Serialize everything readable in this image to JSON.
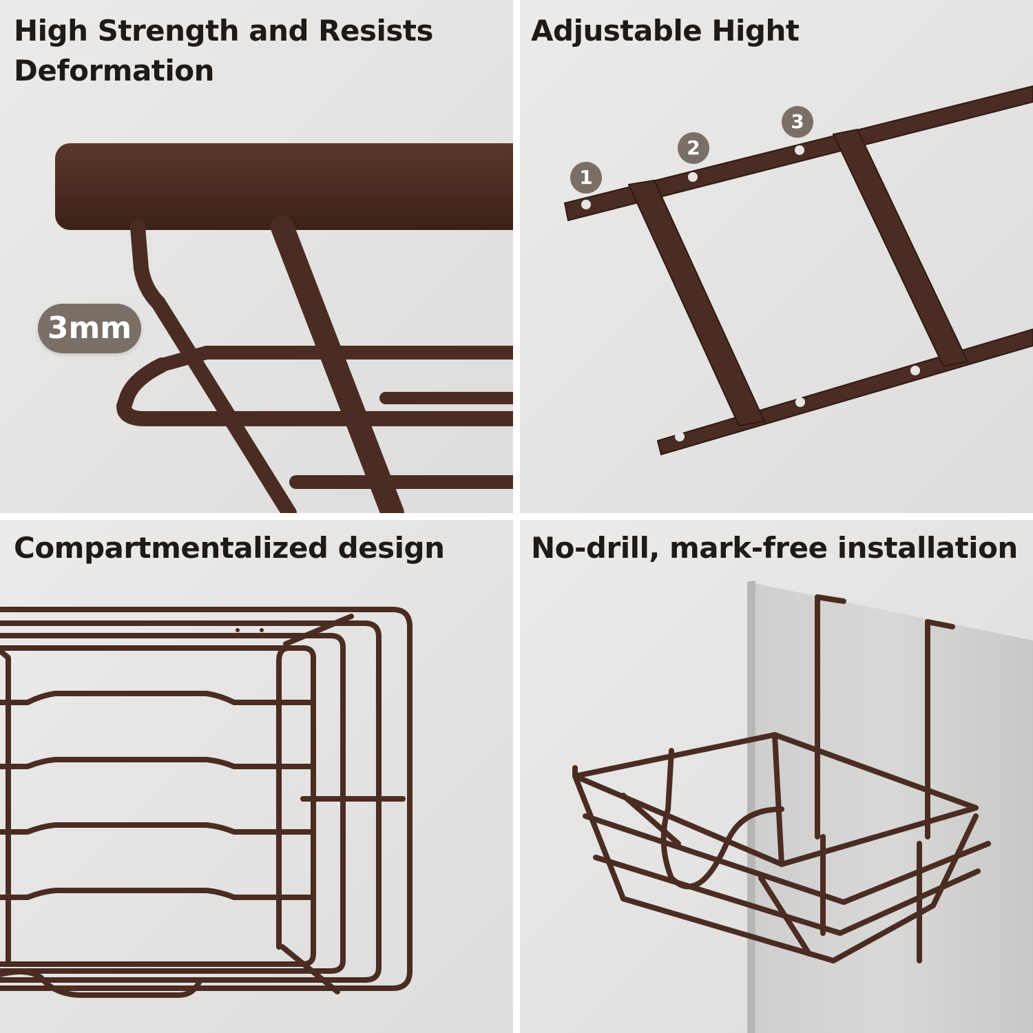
{
  "panels": [
    {
      "title": "High Strength and Resists Deformation",
      "badge": "3mm"
    },
    {
      "title": "Adjustable Hight",
      "steps": [
        "1",
        "2",
        "3"
      ]
    },
    {
      "title": "Compartmentalized design"
    },
    {
      "title": "No-drill, mark-free installation"
    }
  ],
  "colors": {
    "metal": "#4a2c22",
    "badge": "#7a6f66",
    "background": "#e6e5e3",
    "title": "#1d1a17"
  }
}
